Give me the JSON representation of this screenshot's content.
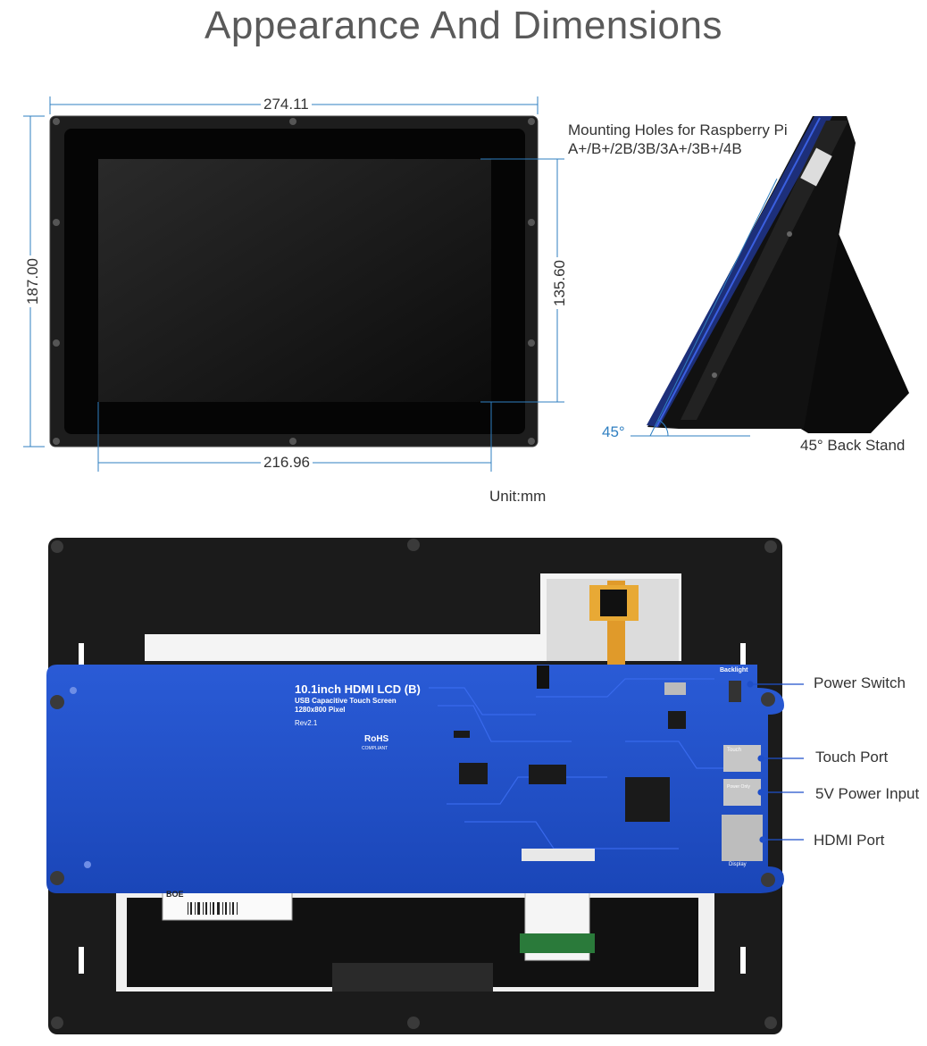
{
  "title": "Appearance And Dimensions",
  "dimensions": {
    "width": "274.11",
    "height": "187.00",
    "display_height": "135.60",
    "display_width": "216.96",
    "unit": "Unit:mm",
    "angle": "45°"
  },
  "side_view": {
    "mount_label_line1": "Mounting Holes for Raspberry Pi",
    "mount_label_line2": "A+/B+/2B/3B/3A+/3B+/4B",
    "stand_label": "45° Back Stand"
  },
  "board": {
    "name": "10.1inch HDMI LCD (B)",
    "sub1": "USB  Capacitive Touch Screen",
    "sub2": "1280x800 Pixel",
    "rev": "Rev2.1",
    "compliance": "RoHS",
    "compliance_sub": "COMPLIANT",
    "backlight": "Backlight",
    "touch_silk": "Touch",
    "power_silk": "Power Only",
    "display_silk": "Display",
    "panel_brand": "BOE"
  },
  "callouts": {
    "power_switch": "Power Switch",
    "touch_port": "Touch Port",
    "power_input": "5V Power Input",
    "hdmi_port": "HDMI Port"
  },
  "colors": {
    "dimension_line": "#2f7fc1",
    "pcb_blue": "#1f4fc9",
    "frame_black": "#1b1b1b"
  }
}
